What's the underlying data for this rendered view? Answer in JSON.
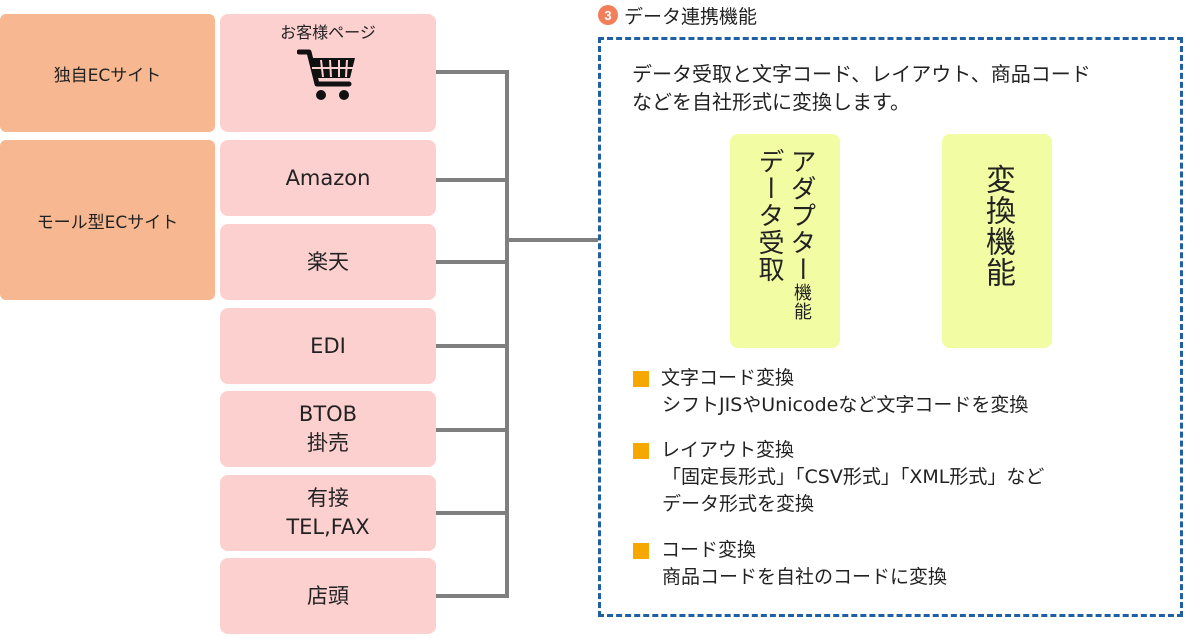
{
  "categories": [
    {
      "label": "独自ECサイト"
    },
    {
      "label": "モール型ECサイト"
    }
  ],
  "channels": [
    {
      "lines": [
        "お客様ページ"
      ],
      "icon": "shopping-cart-icon"
    },
    {
      "lines": [
        "Amazon"
      ]
    },
    {
      "lines": [
        "楽天"
      ]
    },
    {
      "lines": [
        "EDI"
      ]
    },
    {
      "lines": [
        "BTOB",
        "掛売"
      ]
    },
    {
      "lines": [
        "有接",
        "TEL,FAX"
      ]
    },
    {
      "lines": [
        "店頭"
      ]
    }
  ],
  "section": {
    "number": "3",
    "title": "データ連携機能",
    "description": [
      "データ受取と文字コード、レイアウト、商品コード",
      "などを自社形式に変換します。"
    ]
  },
  "functions": {
    "adapter": {
      "col1": "アダプター",
      "col1_small": "機能",
      "col2": "データ受取"
    },
    "convert": {
      "label": "変換機能"
    }
  },
  "features": [
    {
      "title": "文字コード変換",
      "body": [
        "シフトJISやUnicodeなど文字コードを変換"
      ]
    },
    {
      "title": "レイアウト変換",
      "body": [
        "「固定長形式」「CSV形式」「XML形式」など",
        "データ形式を変換"
      ]
    },
    {
      "title": "コード変換",
      "body": [
        "商品コードを自社のコードに変換"
      ]
    }
  ],
  "colors": {
    "category_bg": "#f7b891",
    "channel_bg": "#fdd0d0",
    "function_bg": "#f2fca3",
    "box_border": "#1f5fa3",
    "bullet": "#f6a800",
    "line": "#7f7f7f"
  }
}
